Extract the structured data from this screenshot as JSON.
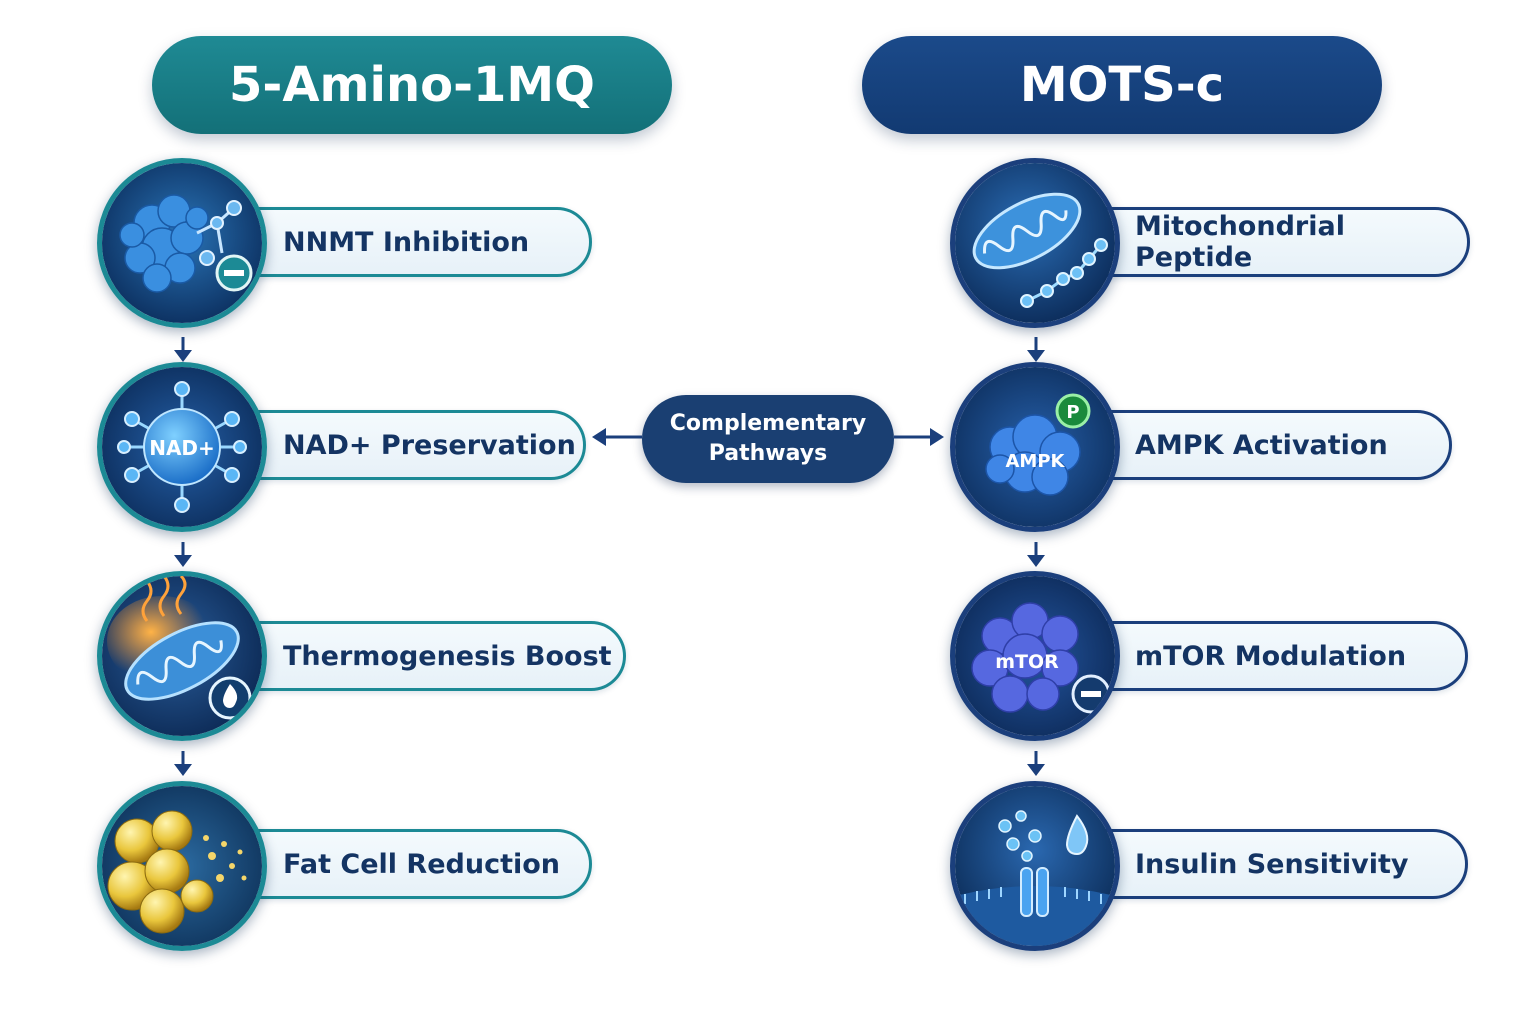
{
  "left": {
    "title": "5-Amino-1MQ",
    "steps": [
      {
        "label": "NNMT Inhibition",
        "icon": "protein-inhibition-icon"
      },
      {
        "label": "NAD+ Preservation",
        "icon": "nad-molecule-icon",
        "badge": "NAD+"
      },
      {
        "label": "Thermogenesis Boost",
        "icon": "mitochondria-heat-icon"
      },
      {
        "label": "Fat Cell Reduction",
        "icon": "fat-cells-icon"
      }
    ]
  },
  "right": {
    "title": "MOTS-c",
    "steps": [
      {
        "label": "Mitochondrial Peptide",
        "icon": "mitochondria-peptide-icon"
      },
      {
        "label": "AMPK Activation",
        "icon": "ampk-protein-icon",
        "badge": "AMPK",
        "marker": "P"
      },
      {
        "label": "mTOR Modulation",
        "icon": "mtor-protein-icon",
        "badge": "mTOR"
      },
      {
        "label": "Insulin Sensitivity",
        "icon": "insulin-receptor-icon"
      }
    ]
  },
  "center": {
    "line1": "Complementary",
    "line2": "Pathways"
  },
  "colors": {
    "teal": "#1c8a95",
    "navy": "#1b3f7c",
    "arrow": "#1b3f7c"
  }
}
